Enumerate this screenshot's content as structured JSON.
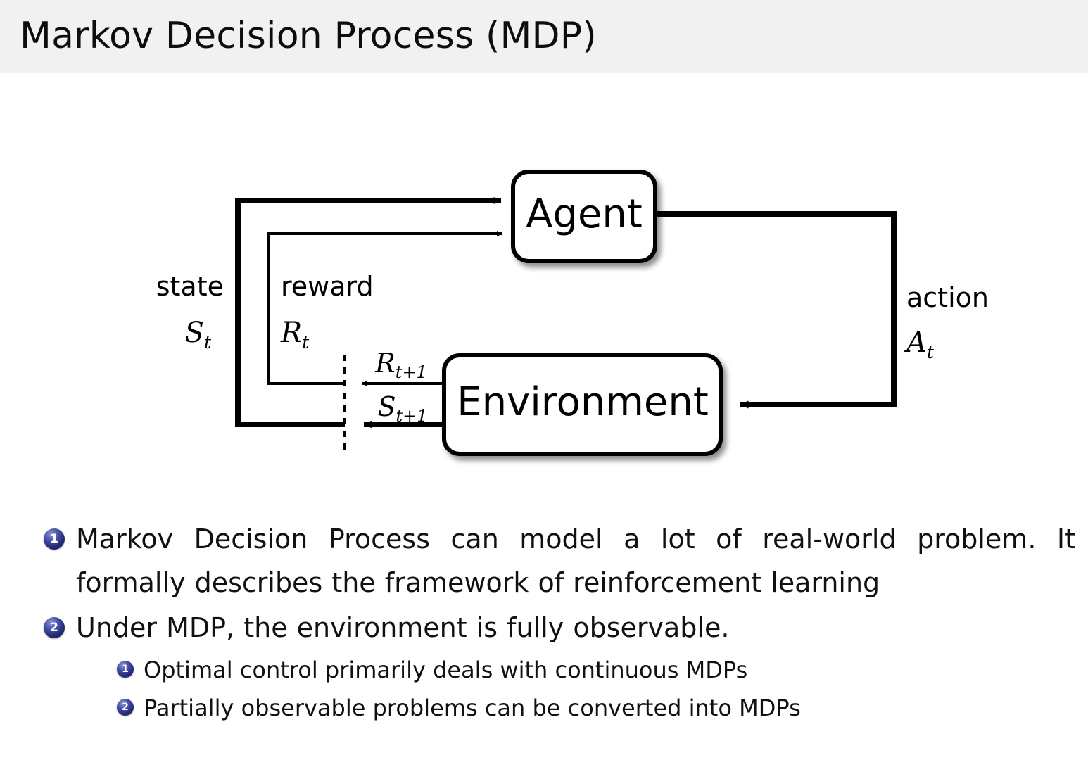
{
  "slide": {
    "title": "Markov Decision Process (MDP)",
    "header_bg": "#f1f1f1",
    "text_color": "#111111"
  },
  "diagram": {
    "name": "agent-environment-interaction-loop",
    "nodes": [
      {
        "id": "agent",
        "label": "Agent"
      },
      {
        "id": "environment",
        "label": "Environment"
      }
    ],
    "edge_labels": {
      "state_word": "state",
      "state_symbol": "S",
      "state_subscript": "t",
      "reward_word": "reward",
      "reward_symbol": "R",
      "reward_subscript": "t",
      "action_word": "action",
      "action_symbol": "A",
      "action_subscript": "t",
      "next_reward_symbol": "R",
      "next_reward_subscript": "t+1",
      "next_state_symbol": "S",
      "next_state_subscript": "t+1"
    },
    "stroke_color": "#000000"
  },
  "bullets": {
    "marker_color": "#232a72",
    "level1": [
      {
        "number": "1",
        "text": "Markov Decision Process can model a lot of real-world problem. It formally describes the framework of reinforcement learning"
      },
      {
        "number": "2",
        "text": "Under MDP, the environment is fully observable."
      }
    ],
    "level2": [
      {
        "number": "1",
        "text": "Optimal control primarily deals with continuous MDPs"
      },
      {
        "number": "2",
        "text": "Partially observable problems can be converted into MDPs"
      }
    ]
  }
}
